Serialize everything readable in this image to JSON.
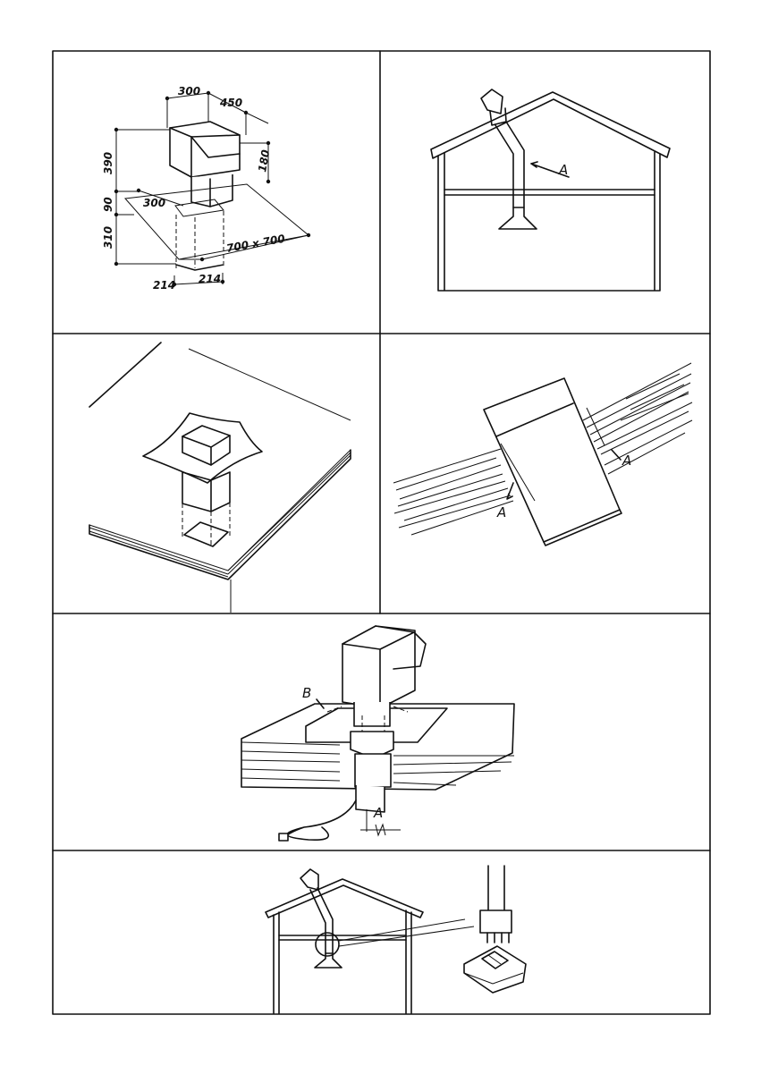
{
  "panel1": {
    "dims": {
      "w300": "300",
      "w450": "450",
      "h390": "390",
      "h180": "180",
      "h90": "90",
      "base300": "300",
      "h310": "310",
      "plate": "700 x 700",
      "d214a": "214",
      "d214b": "214"
    }
  },
  "panel2": {
    "label_a": "A"
  },
  "panel4": {
    "label_a1": "A",
    "label_a2": "A"
  },
  "panel5": {
    "label_b": "B",
    "label_a": "A"
  }
}
